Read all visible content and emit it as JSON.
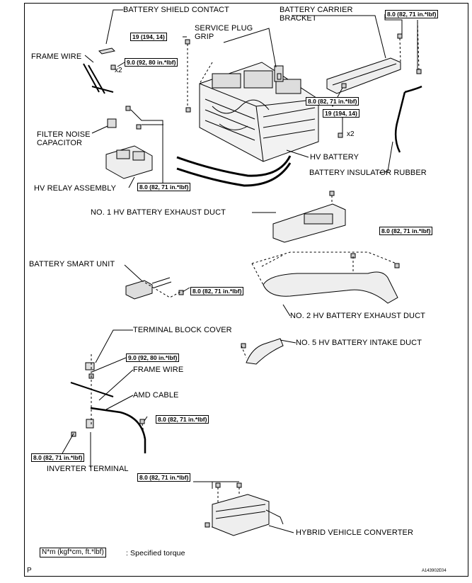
{
  "labels": {
    "battery_shield_contact": "BATTERY SHIELD CONTACT",
    "battery_carrier_bracket_1": "BATTERY CARRIER",
    "battery_carrier_bracket_2": "BRACKET",
    "service_plug_grip_1": "SERVICE PLUG",
    "service_plug_grip_2": "GRIP",
    "frame_wire_top": "FRAME WIRE",
    "filter_noise_capacitor_1": "FILTER NOISE",
    "filter_noise_capacitor_2": "CAPACITOR",
    "hv_battery": "HV BATTERY",
    "battery_insulator_rubber": "BATTERY INSULATOR RUBBER",
    "hv_relay_assembly": "HV RELAY ASSEMBLY",
    "no1_exhaust_duct": "NO. 1 HV BATTERY EXHAUST DUCT",
    "battery_smart_unit": "BATTERY SMART UNIT",
    "no2_exhaust_duct": "NO. 2 HV BATTERY EXHAUST DUCT",
    "terminal_block_cover": "TERMINAL BLOCK COVER",
    "no5_intake_duct": "NO. 5 HV BATTERY INTAKE DUCT",
    "frame_wire_bottom": "FRAME WIRE",
    "amd_cable": "AMD CABLE",
    "inverter_terminal": "INVERTER TERMINAL",
    "hybrid_vehicle_converter": "HYBRID VEHICLE CONVERTER"
  },
  "torque": {
    "t8_0": "8.0 (82, 71 in.*lbf)",
    "t9_0": "9.0 (92, 80 in.*lbf)",
    "t19": "19 (194, 14)"
  },
  "quantities": {
    "x2_left": "x2",
    "x2_right": "x2"
  },
  "legend": {
    "box_text": "N*m (kgf*cm, ft.*lbf)",
    "description": ": Specified torque"
  },
  "footer": {
    "page_marker": "P",
    "figure_code": "A143902E04"
  }
}
